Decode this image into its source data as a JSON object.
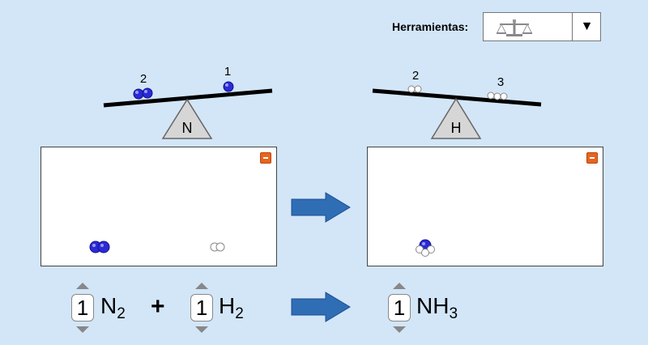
{
  "tools": {
    "label": "Herramientas:",
    "selected_icon": "balance-scale-icon",
    "dropdown_icon": "chevron-down-icon"
  },
  "balances": [
    {
      "element": "N",
      "left_count": "2",
      "right_count": "1"
    },
    {
      "element": "H",
      "left_count": "2",
      "right_count": "3"
    }
  ],
  "reactants_box": {
    "molecules": [
      "N2",
      "H2"
    ]
  },
  "products_box": {
    "molecules": [
      "NH3"
    ]
  },
  "equation": {
    "reactants": [
      {
        "coefficient": "1",
        "symbol": "N",
        "subscript": "2"
      },
      {
        "coefficient": "1",
        "symbol": "H",
        "subscript": "2"
      }
    ],
    "plus": "+",
    "products": [
      {
        "coefficient": "1",
        "symbol": "NH",
        "subscript": "3"
      }
    ]
  },
  "colors": {
    "background": "#d3e6f8",
    "arrow": "#2f6db5",
    "nitrogen": "#2b2bd6",
    "hydrogen": "#ffffff",
    "minimize": "#e8641e"
  }
}
